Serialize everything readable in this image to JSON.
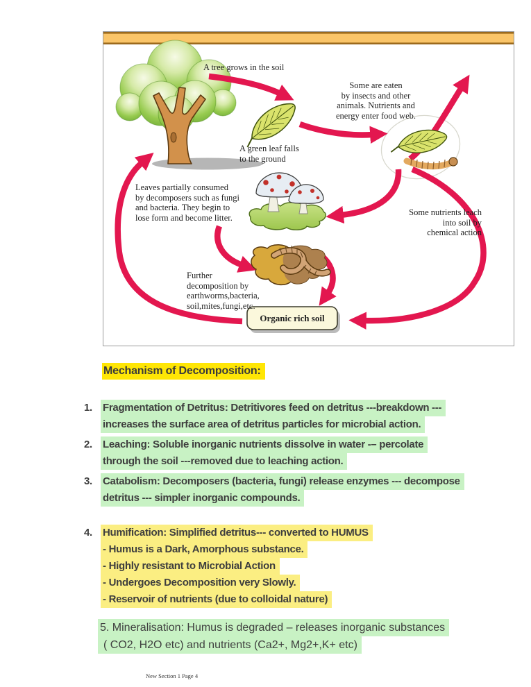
{
  "figure": {
    "header_bar_color": "#FAC569",
    "header_bar_edge_color": "#9C6A1C",
    "arrow_color": "#E3174F",
    "labels": {
      "tree_grows": "A tree grows in the soil",
      "some_eaten": "Some are eaten\nby insects and other\nanimals. Nutrients and\nenergy enter food web.",
      "leaf_falls": "A green leaf falls\nto the ground",
      "leaves_consumed": "Leaves partially consumed\nby decomposers such as fungi\nand bacteria. They begin to\nlose form and become litter.",
      "nutrients_leach": "Some nutrients leach\ninto soil by\nchemical action",
      "further_decomposition": "Further\ndecomposition by\nearthworms,bacteria,\nsoil,mites,fungi,etc.",
      "organic_rich_soil": "Organic rich soil"
    }
  },
  "notes": {
    "heading": "Mechanism of Decomposition:",
    "heading_highlight": "#FFE605",
    "green_highlight": "#C8F2C4",
    "yellow_highlight": "#FBEE82",
    "items": [
      {
        "number": "1.",
        "lines": [
          "Fragmentation of Detritus: Detritivores feed on detritus ---breakdown ---",
          "increases the surface area of detritus particles for microbial action."
        ]
      },
      {
        "number": "2.",
        "lines": [
          "Leaching: Soluble inorganic nutrients dissolve in water -– percolate",
          "through the soil ---removed due to leaching action."
        ]
      },
      {
        "number": "3.",
        "lines": [
          "Catabolism: Decomposers (bacteria, fungi) release enzymes --- decompose",
          "detritus --- simpler inorganic compounds."
        ]
      },
      {
        "number": "4.",
        "lines": [
          "Humification: Simplified detritus--- converted to HUMUS",
          "- Humus is a Dark, Amorphous substance.",
          "- Highly resistant to Microbial Action",
          "- Undergoes Decomposition very Slowly.",
          "- Reservoir of nutrients (due to colloidal nature)"
        ]
      },
      {
        "number": "",
        "lines": [
          "5. Mineralisation: Humus is degraded – releases inorganic substances",
          "( CO2, H2O etc) and nutrients (Ca2+, Mg2+,K+ etc)"
        ]
      }
    ]
  },
  "footer": "New Section 1 Page 4"
}
